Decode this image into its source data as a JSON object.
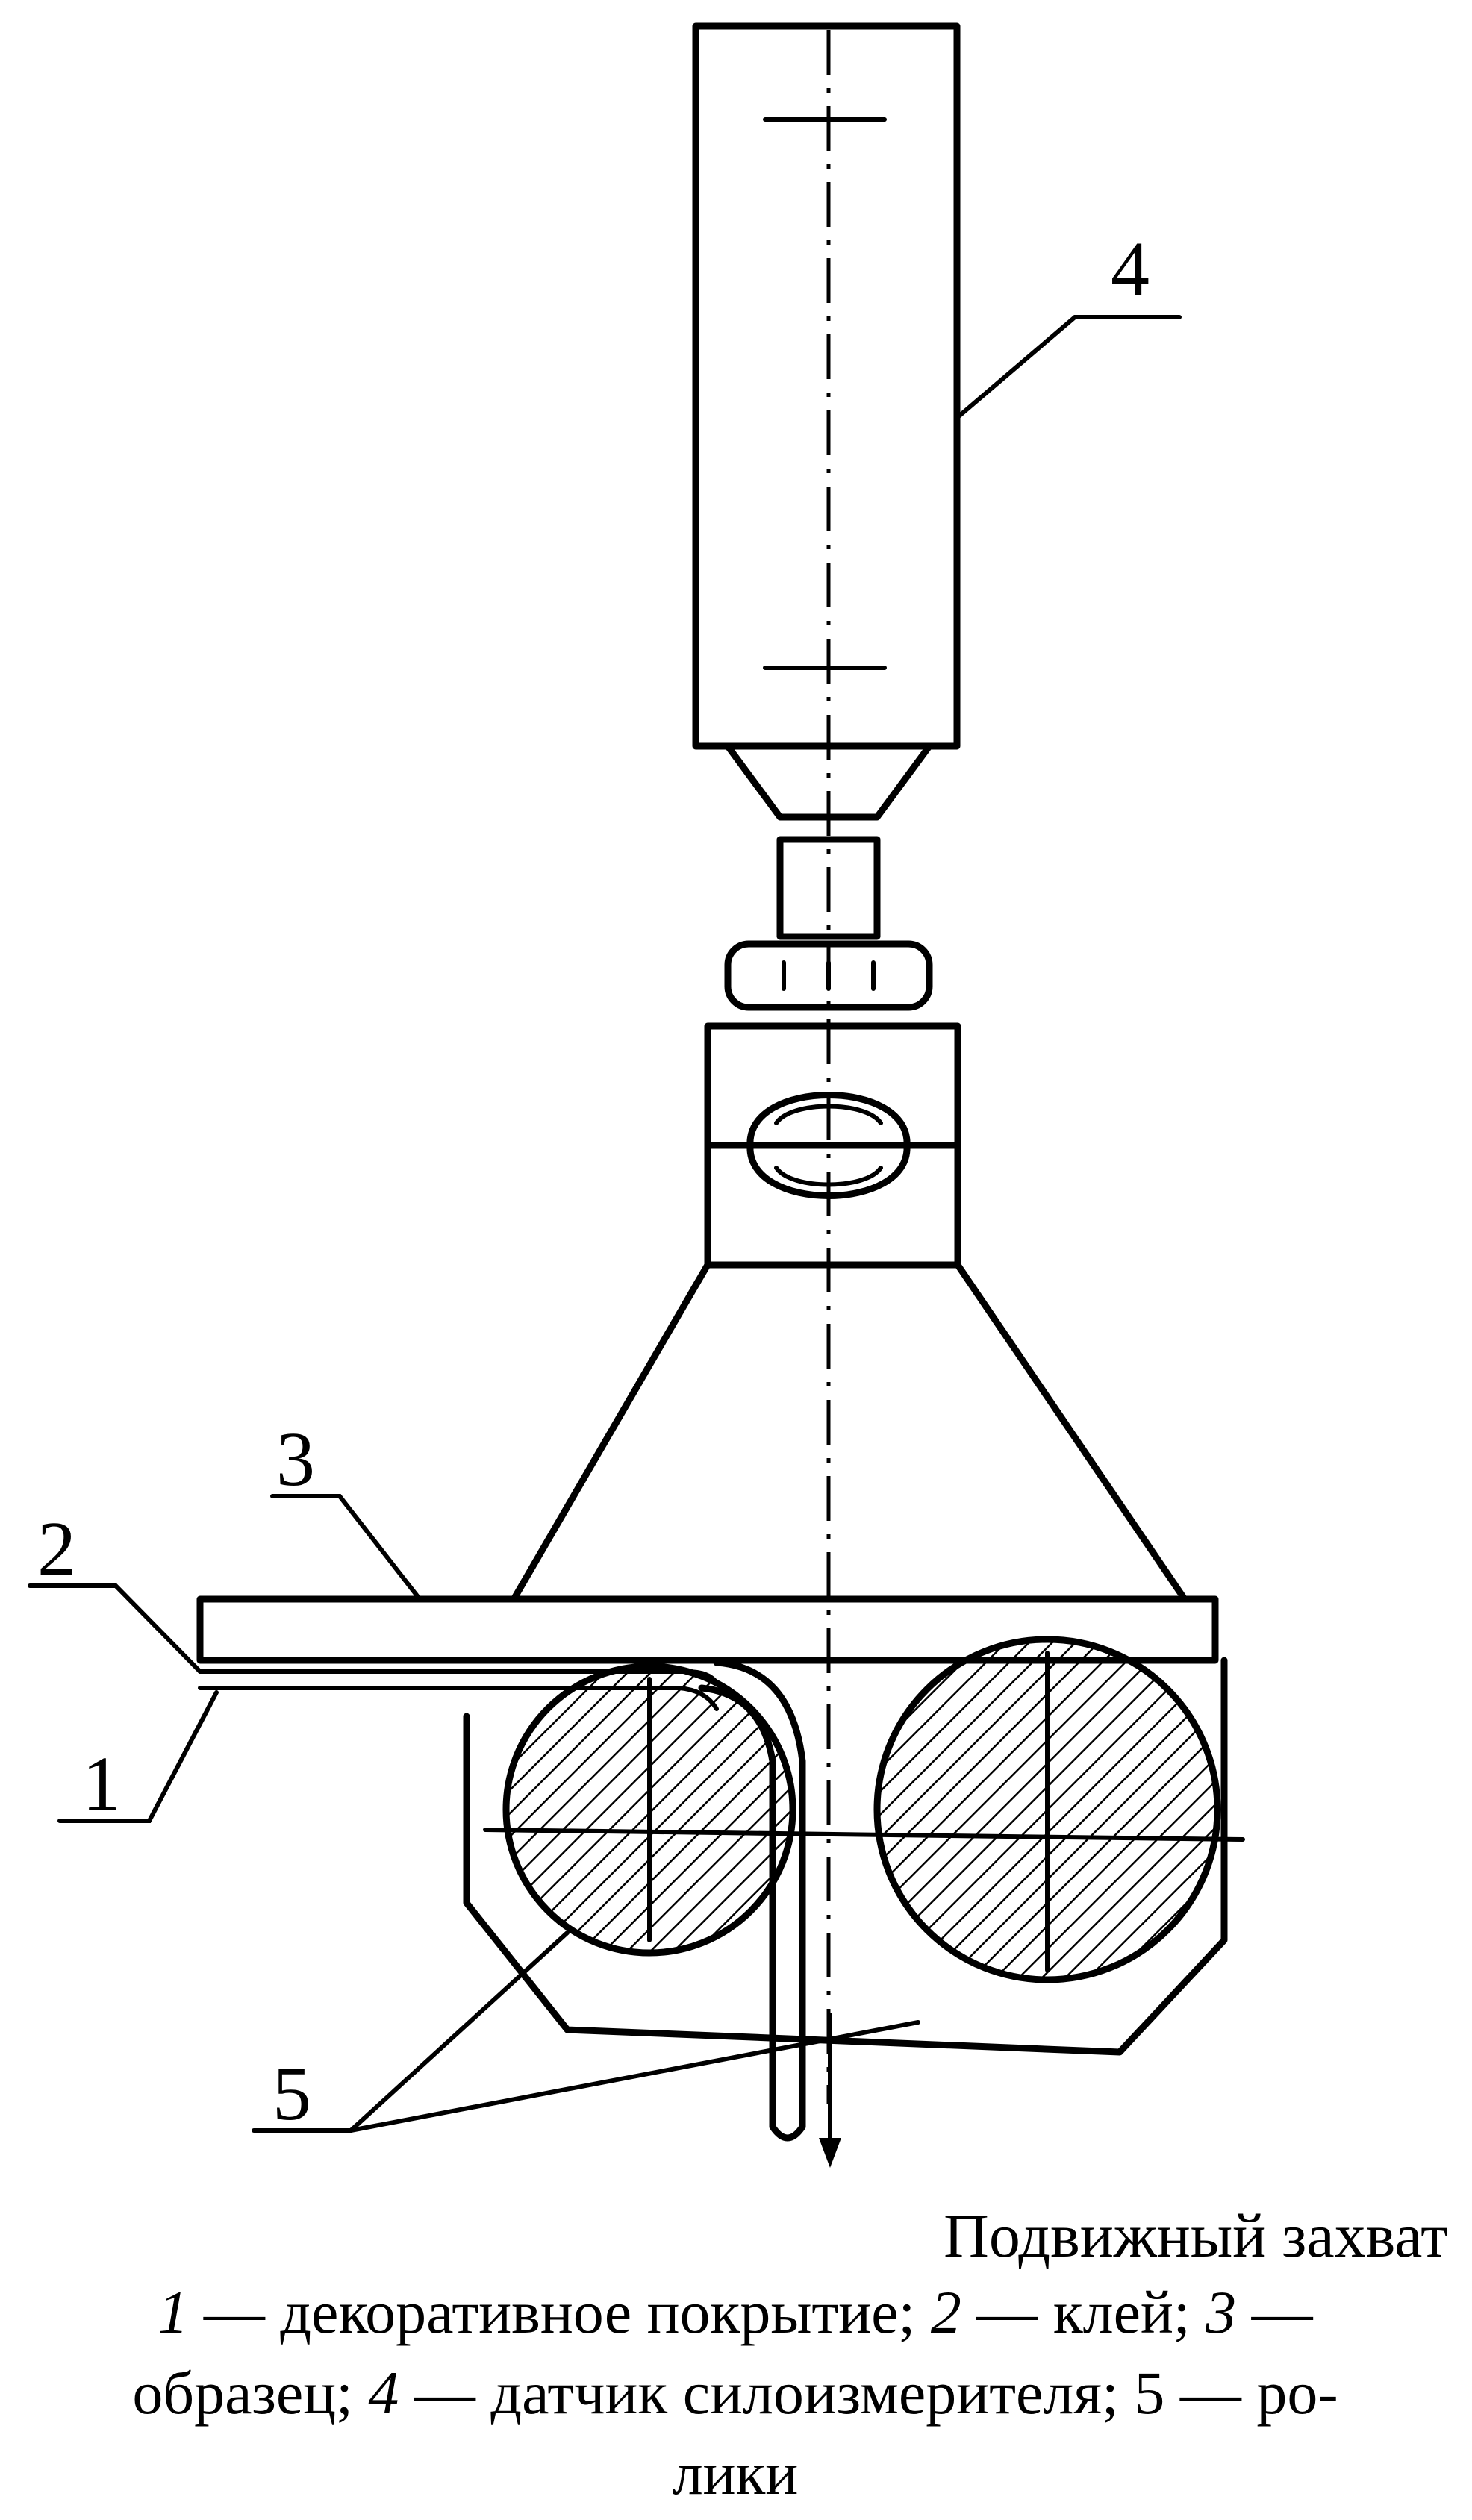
{
  "labels": {
    "l1": "1",
    "l2": "2",
    "l3": "3",
    "l4": "4",
    "l5": "5"
  },
  "caption_arrow": "Подвижный захват",
  "legend": {
    "line1": {
      "n1": "1",
      "t1": " — декоративное покрытие; ",
      "n2": "2",
      "t2": " — клей; ",
      "n3": "3",
      "t3": " —"
    },
    "line2": {
      "t0": "образец; ",
      "n4": "4",
      "t4": " — датчик силоизмерителя; 5 — ро-"
    },
    "line3": "лики"
  }
}
